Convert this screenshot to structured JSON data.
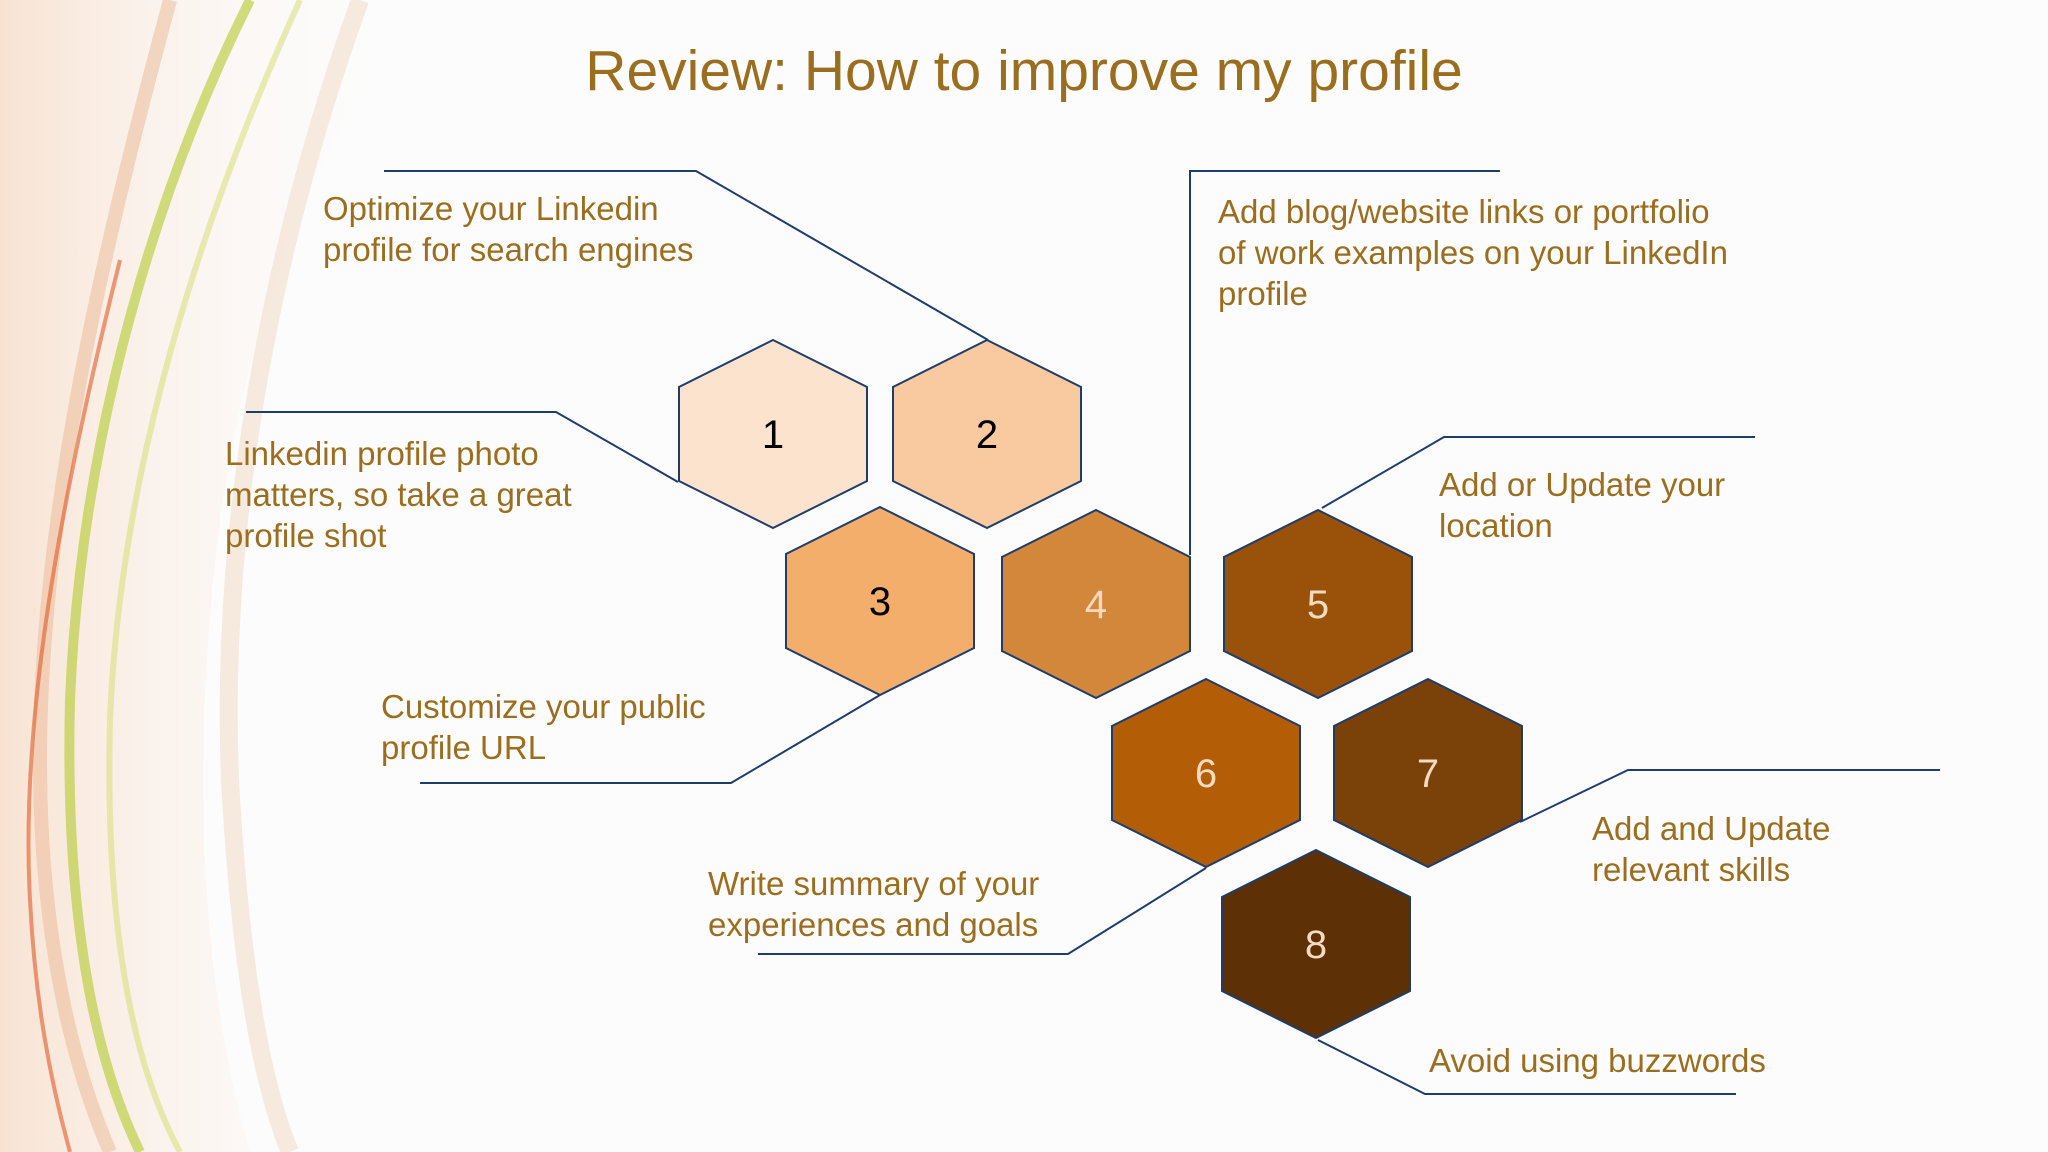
{
  "title": "Review: How to improve my profile",
  "colors": {
    "title_text": "#9b6e1f",
    "connector_line": "#1f3c6b",
    "hex_outline": "#1f3c6b"
  },
  "steps": [
    {
      "number": "1",
      "text": "Optimize your Linkedin\nprofile for search engines",
      "fill": "#fce3cd",
      "number_color": "#000000"
    },
    {
      "number": "2",
      "text": "Add blog/website links or portfolio\nof work examples on your LinkedIn\nprofile",
      "fill": "#f9caa0",
      "number_color": "#000000"
    },
    {
      "number": "3",
      "text": "Linkedin profile photo\nmatters, so take a great\nprofile shot",
      "fill": "#f4ae6c",
      "number_color": "#000000"
    },
    {
      "number": "4",
      "text": "Customize your public\nprofile URL",
      "fill": "#d3873a",
      "number_color": "#f4dbc2"
    },
    {
      "number": "5",
      "text": "Add or Update your\nlocation",
      "fill": "#9a5109",
      "number_color": "#f4dbc2"
    },
    {
      "number": "6",
      "text": "Write summary of your\nexperiences and goals",
      "fill": "#b35e06",
      "number_color": "#f4dbc2"
    },
    {
      "number": "7",
      "text": "Add and Update\nrelevant skills",
      "fill": "#7a4108",
      "number_color": "#f4dbc2"
    },
    {
      "number": "8",
      "text": "Avoid using buzzwords",
      "fill": "#5d3006",
      "number_color": "#f4dbc2"
    }
  ]
}
